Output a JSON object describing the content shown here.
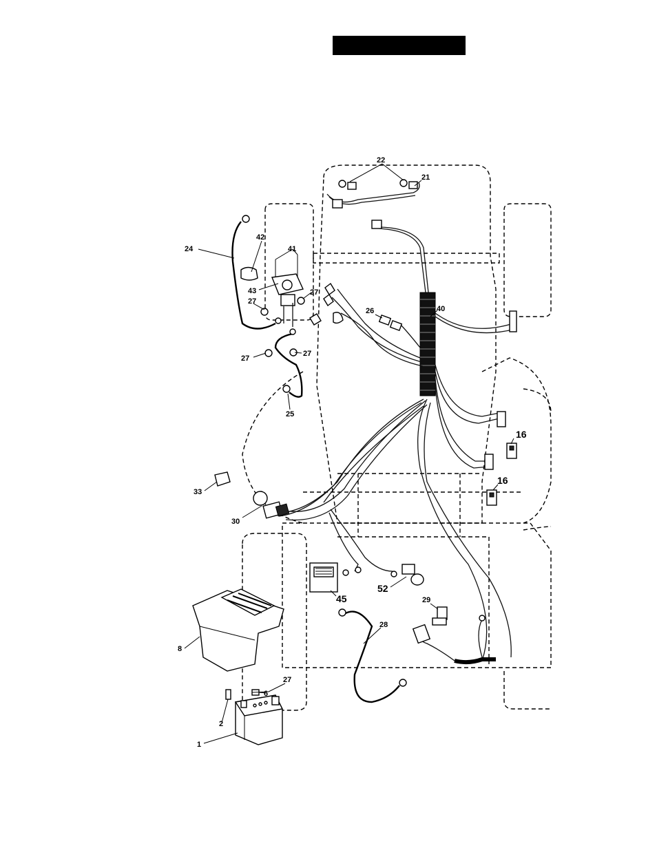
{
  "callouts": [
    {
      "id": "c22",
      "label": "22"
    },
    {
      "id": "c21",
      "label": "21"
    },
    {
      "id": "c24",
      "label": "24"
    },
    {
      "id": "c42",
      "label": "42"
    },
    {
      "id": "c41",
      "label": "41"
    },
    {
      "id": "c43",
      "label": "43"
    },
    {
      "id": "c27a",
      "label": "27"
    },
    {
      "id": "c27b",
      "label": "27"
    },
    {
      "id": "c27c",
      "label": "27"
    },
    {
      "id": "c27d",
      "label": "27"
    },
    {
      "id": "c26",
      "label": "26"
    },
    {
      "id": "c40",
      "label": "40"
    },
    {
      "id": "c25",
      "label": "25"
    },
    {
      "id": "c16a",
      "label": "16"
    },
    {
      "id": "c16b",
      "label": "16"
    },
    {
      "id": "c33",
      "label": "33"
    },
    {
      "id": "c30",
      "label": "30"
    },
    {
      "id": "c45",
      "label": "45"
    },
    {
      "id": "c52",
      "label": "52"
    },
    {
      "id": "c29",
      "label": "29"
    },
    {
      "id": "c28",
      "label": "28"
    },
    {
      "id": "c8",
      "label": "8"
    },
    {
      "id": "c27e",
      "label": "27"
    },
    {
      "id": "c6",
      "label": "6"
    },
    {
      "id": "c2",
      "label": "2"
    },
    {
      "id": "c1",
      "label": "1"
    }
  ]
}
